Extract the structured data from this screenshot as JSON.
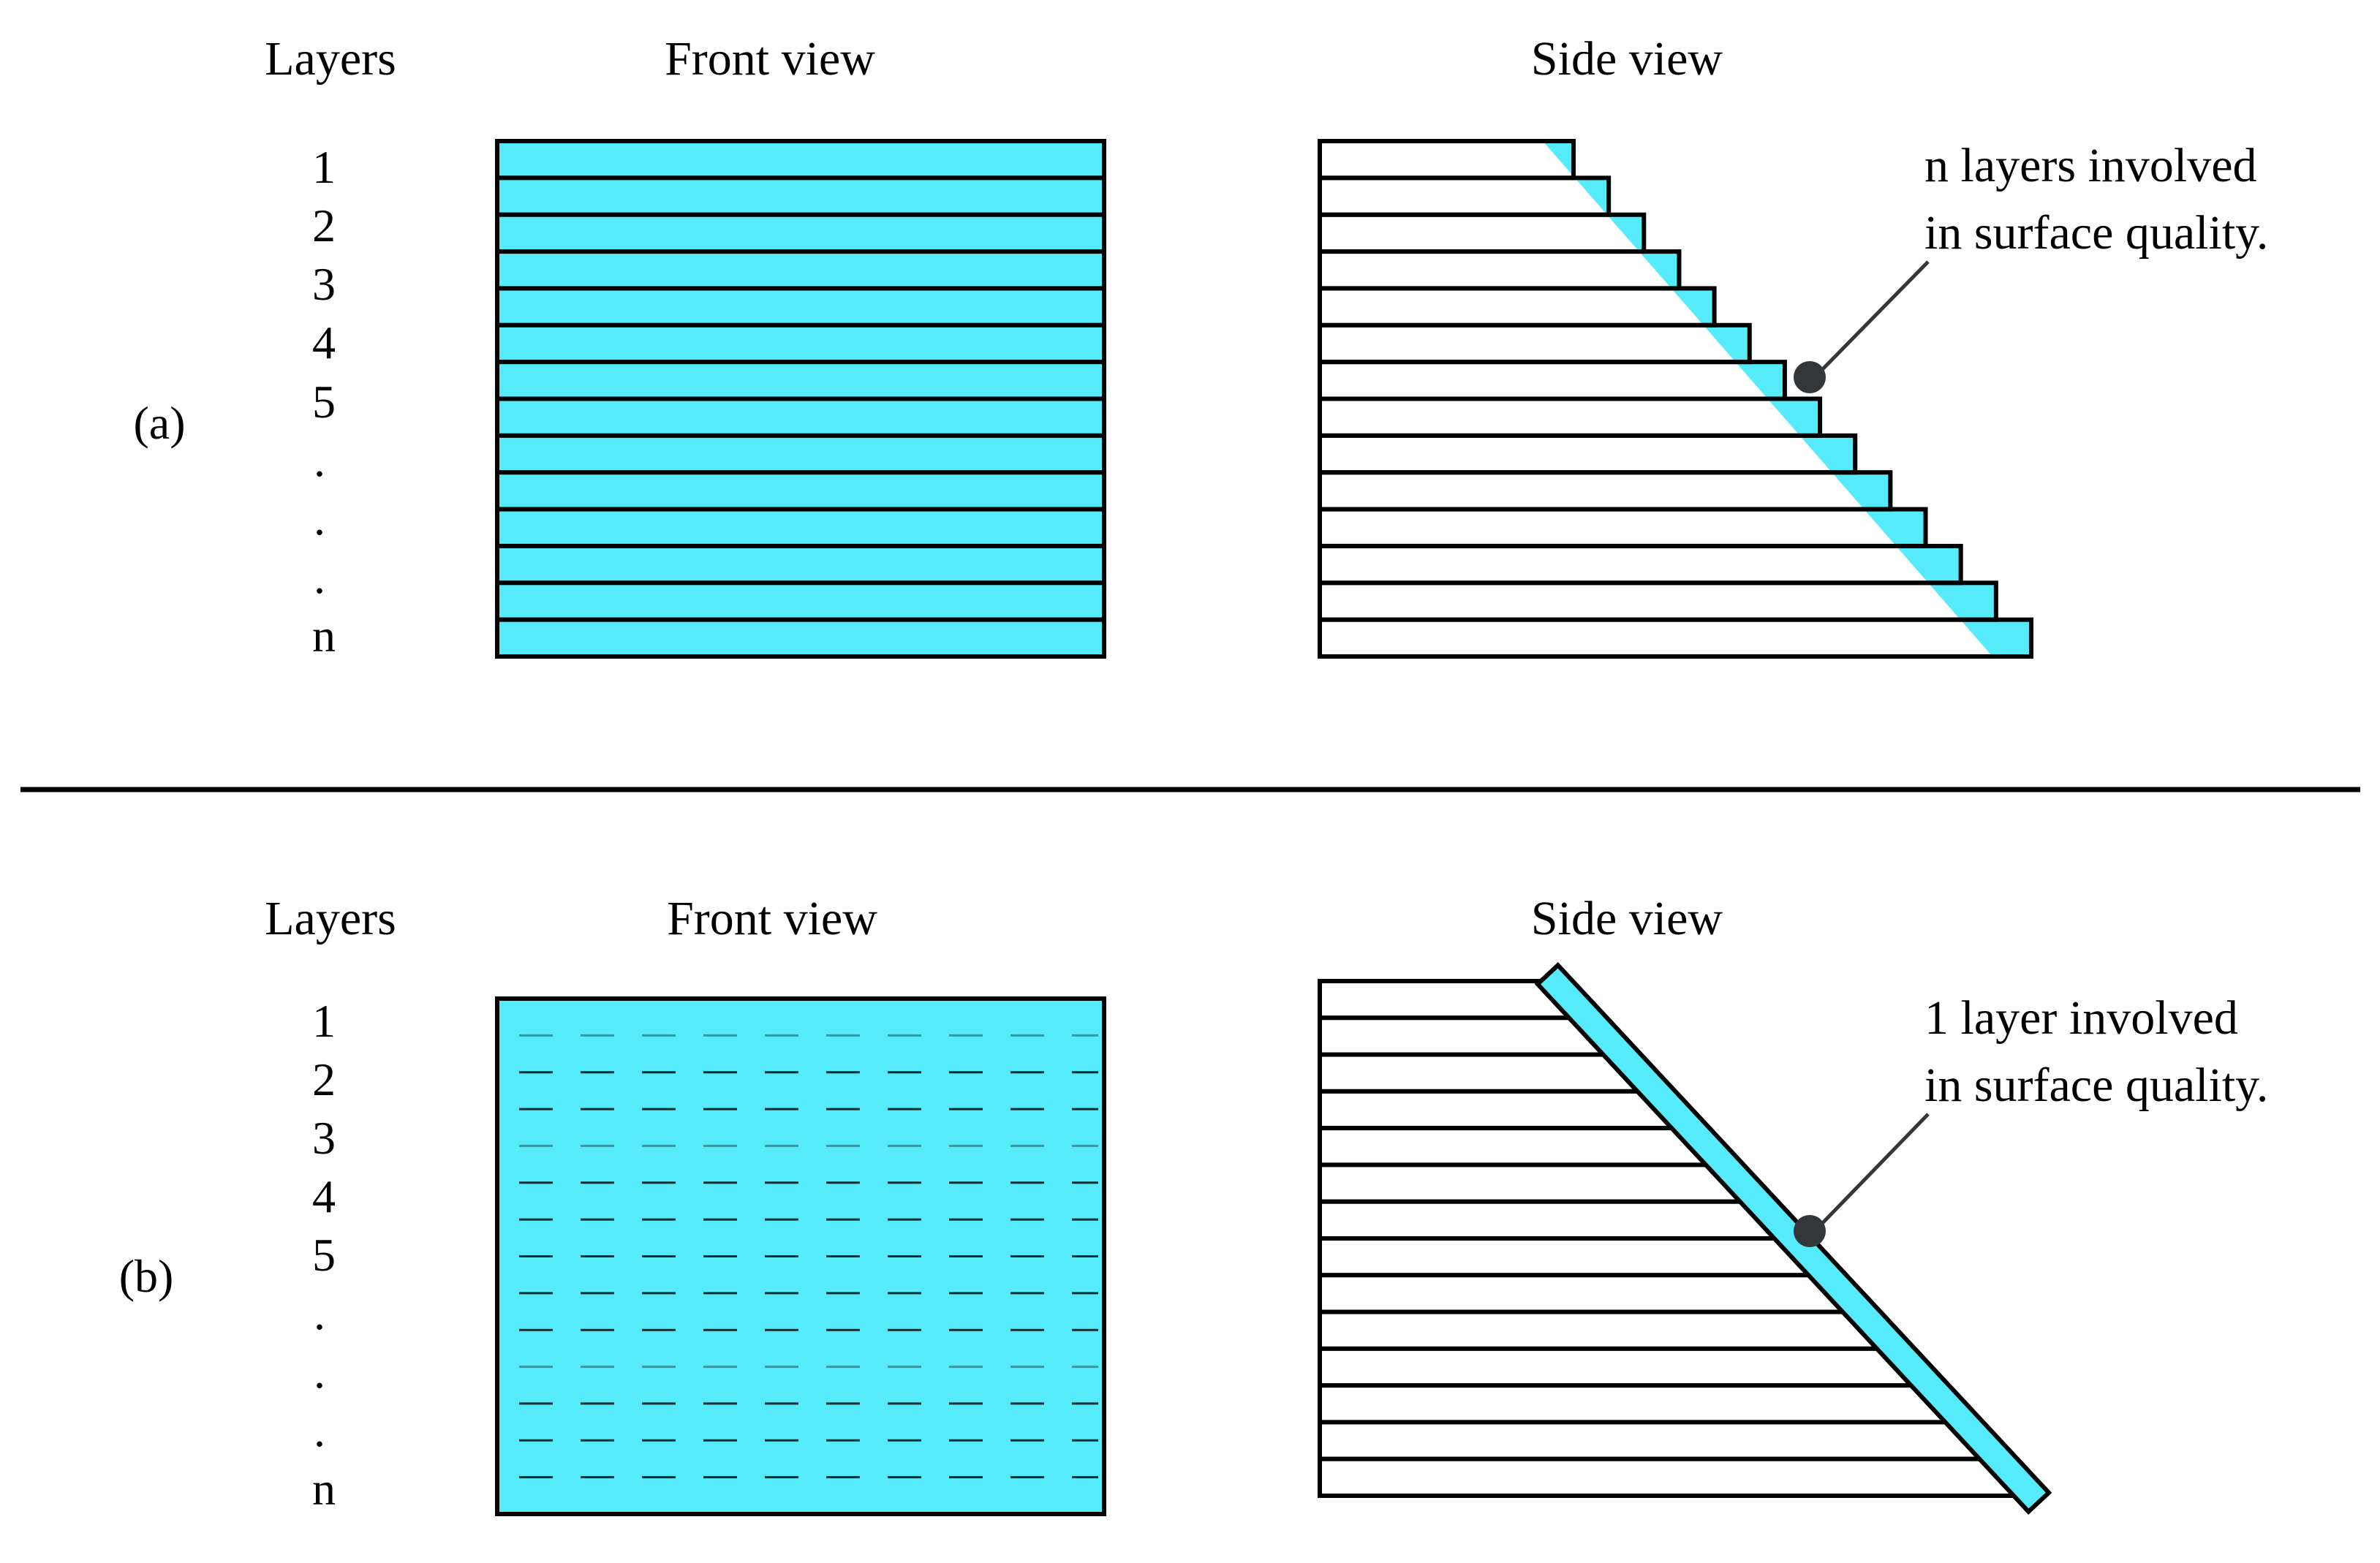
{
  "colors": {
    "fill": "#55ebfa",
    "stroke": "#000000",
    "leader": "#33373a",
    "background": "#ffffff"
  },
  "panels": [
    {
      "id": "a",
      "label": "(a)",
      "layers_header": "Layers",
      "front_header": "Front view",
      "side_header": "Side view",
      "layer_labels": [
        "1",
        "2",
        "3",
        "4",
        "5",
        ".",
        ".",
        ".",
        "n"
      ],
      "annotation_line1": "n layers involved",
      "annotation_line2": "in surface quality.",
      "layer_count": 14
    },
    {
      "id": "b",
      "label": "(b)",
      "layers_header": "Layers",
      "front_header": "Front view",
      "side_header": "Side view",
      "layer_labels": [
        "1",
        "2",
        "3",
        "4",
        "5",
        ".",
        ".",
        ".",
        "n"
      ],
      "annotation_line1": "1 layer involved",
      "annotation_line2": "in surface quality.",
      "layer_count": 14
    }
  ]
}
